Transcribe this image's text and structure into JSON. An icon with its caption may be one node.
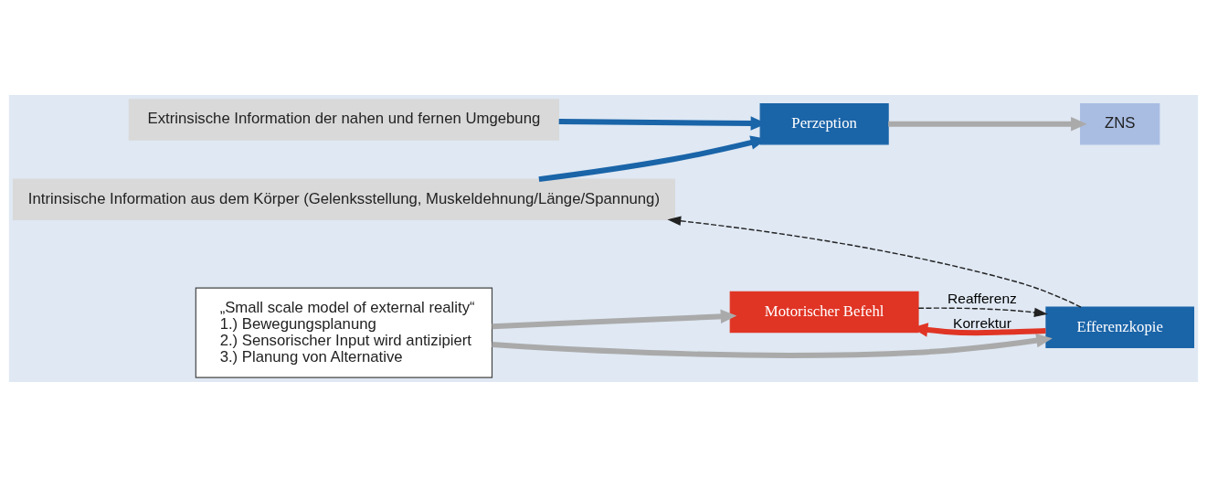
{
  "diagram": {
    "nodes": [
      {
        "text": [
          "Extrinsische Information der nahen und fernen Umgebung"
        ]
      },
      {
        "text": [
          "Perzeption"
        ]
      },
      {
        "text": [
          "Intrinsische Information aus dem Körper (Gelenksstellung, Muskeldehnung/Länge/Spannung)"
        ]
      },
      {
        "text": [
          "ZNS"
        ]
      },
      {
        "text": [
          "„Small scale model of external reality“",
          "1.) Bewegungsplanung",
          "2.) Sensorischer Input wird antizipiert",
          "3.) Planung von Alternative"
        ]
      },
      {
        "text": [
          "Motorischer Befehl"
        ]
      },
      {
        "text": [
          "Efferenzkopie"
        ]
      }
    ],
    "edges": [
      {
        "from": 0,
        "to": 1,
        "arrow": "to",
        "color": "#1a64a8"
      },
      {
        "from": 2,
        "to": 1,
        "arrow": "to",
        "color": "#1a64a8"
      },
      {
        "from": 1,
        "to": 3,
        "arrow": "to"
      },
      {
        "from": 4,
        "to": 5,
        "arrow": "to"
      },
      {
        "from": 4,
        "to": 6,
        "arrow": "to"
      },
      {
        "from": 6,
        "to": 5,
        "arrow": "to",
        "label": "Korrektur",
        "color": "#e03424"
      },
      {
        "from": 5,
        "to": 6,
        "arrow": "to",
        "label": "Reafferenz",
        "style": "dashed",
        "color": "#222222"
      },
      {
        "from": 6,
        "to": 2,
        "arrow": "to",
        "style": "dashed",
        "color": "#222222"
      }
    ]
  }
}
